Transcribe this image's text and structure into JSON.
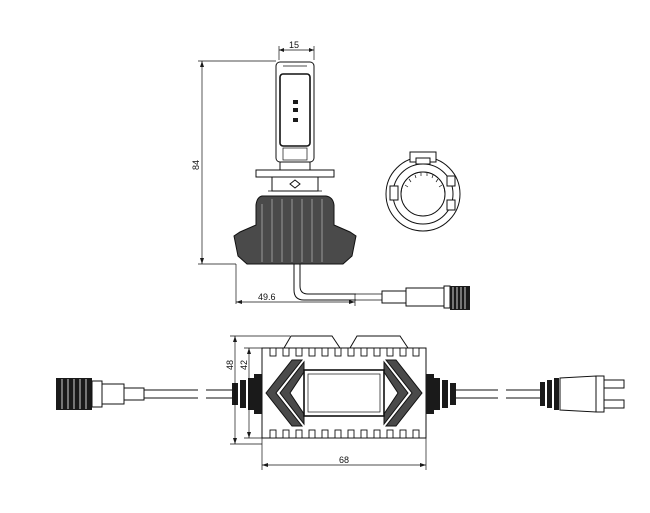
{
  "dimensions": {
    "bulb_width": "15",
    "bulb_height": "84",
    "cable_length": "49.6",
    "driver_outer_height": "48",
    "driver_inner_height": "42",
    "driver_width": "68"
  }
}
